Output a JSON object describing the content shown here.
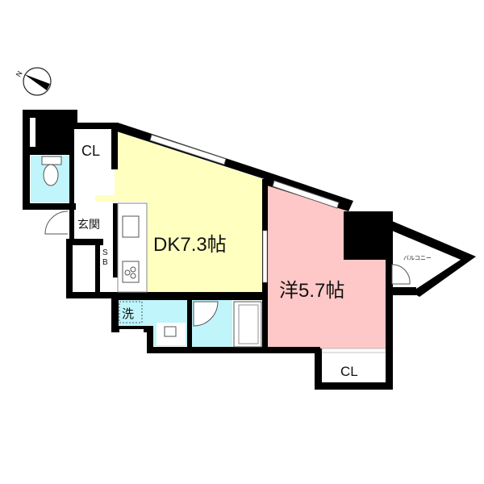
{
  "diagram": {
    "type": "floor_plan",
    "compass": {
      "label": "N",
      "icon": "north-arrow-icon"
    },
    "rooms": [
      {
        "id": "dk",
        "label": "DK7.3帖",
        "color": "#ffffc0"
      },
      {
        "id": "western",
        "label": "洋5.7帖",
        "color": "#ffc8c8"
      },
      {
        "id": "closet_top",
        "label": "CL",
        "color": "#ffffff"
      },
      {
        "id": "closet_bottom",
        "label": "CL",
        "color": "#ffffff"
      },
      {
        "id": "entrance",
        "label": "玄関",
        "color": "#ffffff"
      },
      {
        "id": "shoe_box",
        "label_line1": "S",
        "label_line2": "B",
        "color": "#ffffff"
      },
      {
        "id": "laundry",
        "label": "洗",
        "color": "#bff5fb"
      },
      {
        "id": "balcony",
        "label": "バルコニー",
        "color": "#ffffff"
      },
      {
        "id": "toilet",
        "label": "",
        "color": "#bff5fb"
      },
      {
        "id": "bathroom",
        "label": "",
        "color": "#bff5fb"
      }
    ],
    "colors": {
      "wall": "#000000",
      "dk_fill": "#ffffc0",
      "western_fill": "#ffc8c8",
      "wet_fill": "#bff5fb"
    }
  }
}
